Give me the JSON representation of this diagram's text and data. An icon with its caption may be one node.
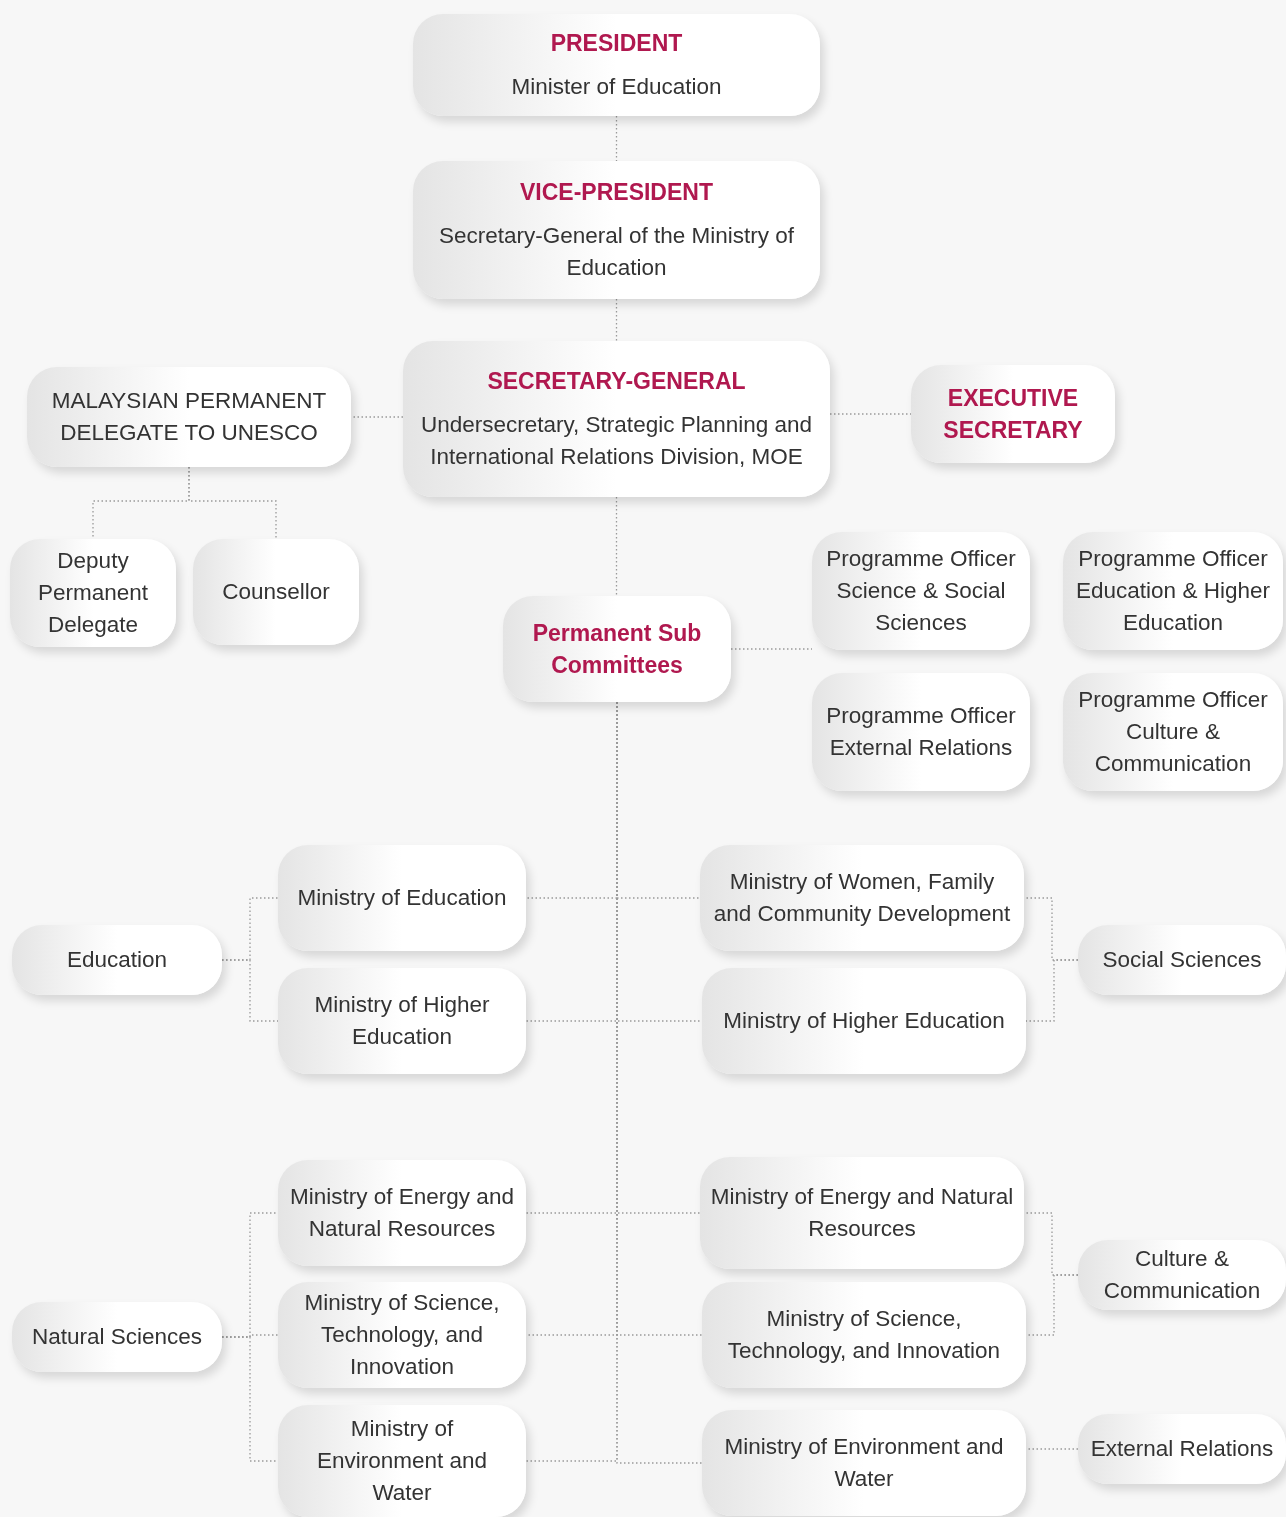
{
  "diagram": {
    "nodes": [
      {
        "text": [
          "PRESIDENT",
          "Minister of Education"
        ]
      },
      {
        "text": [
          "VICE-PRESIDENT",
          "Secretary-General of the Ministry of Education"
        ]
      },
      {
        "text": [
          "SECRETARY-GENERAL",
          "Undersecretary, Strategic Planning and International Relations Division, MOE"
        ]
      },
      {
        "text": [
          "MALAYSIAN PERMANENT DELEGATE TO UNESCO"
        ]
      },
      {
        "text": [
          "EXECUTIVE SECRETARY"
        ]
      },
      {
        "text": [
          "Deputy Permanent Delegate"
        ]
      },
      {
        "text": [
          "Counsellor"
        ]
      },
      {
        "text": [
          "Permanent Sub Committees"
        ]
      },
      {
        "text": [
          "Programme Officer Science & Social Sciences"
        ]
      },
      {
        "text": [
          "Programme Officer Education & Higher Education"
        ]
      },
      {
        "text": [
          "Programme Officer External Relations"
        ]
      },
      {
        "text": [
          "Programme Officer Culture & Communication"
        ]
      },
      {
        "text": [
          "Ministry of Education"
        ]
      },
      {
        "text": [
          "Ministry of Women, Family and Community Development"
        ]
      },
      {
        "text": [
          "Education"
        ]
      },
      {
        "text": [
          "Ministry of Higher Education"
        ]
      },
      {
        "text": [
          "Ministry of Higher Education"
        ]
      },
      {
        "text": [
          "Social Sciences"
        ]
      },
      {
        "text": [
          "Ministry of Energy and Natural Resources"
        ]
      },
      {
        "text": [
          "Ministry of Energy and Natural Resources"
        ]
      },
      {
        "text": [
          "Culture & Communication"
        ]
      },
      {
        "text": [
          "Natural Sciences"
        ]
      },
      {
        "text": [
          "Ministry of Science, Technology, and Innovation"
        ]
      },
      {
        "text": [
          "Ministry of Science, Technology, and Innovation"
        ]
      },
      {
        "text": [
          "Ministry of Environment and Water"
        ]
      },
      {
        "text": [
          "Ministry of Environment and Water"
        ]
      },
      {
        "text": [
          "External Relations"
        ]
      }
    ],
    "edges": [
      {
        "from": 0,
        "to": 1,
        "arrow": "none",
        "style": "dashed"
      },
      {
        "from": 1,
        "to": 2,
        "arrow": "none",
        "style": "dashed"
      },
      {
        "from": 2,
        "to": 3,
        "arrow": "none",
        "style": "dashed"
      },
      {
        "from": 2,
        "to": 4,
        "arrow": "none",
        "style": "dashed"
      },
      {
        "from": 3,
        "to": 5,
        "arrow": "none",
        "style": "dashed"
      },
      {
        "from": 3,
        "to": 6,
        "arrow": "none",
        "style": "dashed"
      },
      {
        "from": 2,
        "to": 7,
        "arrow": "none",
        "style": "dashed"
      },
      {
        "from": 7,
        "to": 8,
        "arrow": "none",
        "style": "dashed"
      },
      {
        "from": 7,
        "to": 12,
        "arrow": "none",
        "style": "dashed"
      },
      {
        "from": 7,
        "to": 13,
        "arrow": "none",
        "style": "dashed"
      },
      {
        "from": 7,
        "to": 15,
        "arrow": "none",
        "style": "dashed"
      },
      {
        "from": 7,
        "to": 16,
        "arrow": "none",
        "style": "dashed"
      },
      {
        "from": 7,
        "to": 18,
        "arrow": "none",
        "style": "dashed"
      },
      {
        "from": 7,
        "to": 19,
        "arrow": "none",
        "style": "dashed"
      },
      {
        "from": 7,
        "to": 22,
        "arrow": "none",
        "style": "dashed"
      },
      {
        "from": 7,
        "to": 23,
        "arrow": "none",
        "style": "dashed"
      },
      {
        "from": 7,
        "to": 24,
        "arrow": "none",
        "style": "dashed"
      },
      {
        "from": 7,
        "to": 25,
        "arrow": "none",
        "style": "dashed"
      },
      {
        "from": 14,
        "to": 12,
        "arrow": "none",
        "style": "dashed"
      },
      {
        "from": 14,
        "to": 15,
        "arrow": "none",
        "style": "dashed"
      },
      {
        "from": 17,
        "to": 13,
        "arrow": "none",
        "style": "dashed"
      },
      {
        "from": 17,
        "to": 16,
        "arrow": "none",
        "style": "dashed"
      },
      {
        "from": 20,
        "to": 19,
        "arrow": "none",
        "style": "dashed"
      },
      {
        "from": 20,
        "to": 23,
        "arrow": "none",
        "style": "dashed"
      },
      {
        "from": 21,
        "to": 18,
        "arrow": "none",
        "style": "dashed"
      },
      {
        "from": 21,
        "to": 22,
        "arrow": "none",
        "style": "dashed"
      },
      {
        "from": 21,
        "to": 24,
        "arrow": "none",
        "style": "dashed"
      },
      {
        "from": 26,
        "to": 25,
        "arrow": "none",
        "style": "dashed"
      }
    ]
  }
}
